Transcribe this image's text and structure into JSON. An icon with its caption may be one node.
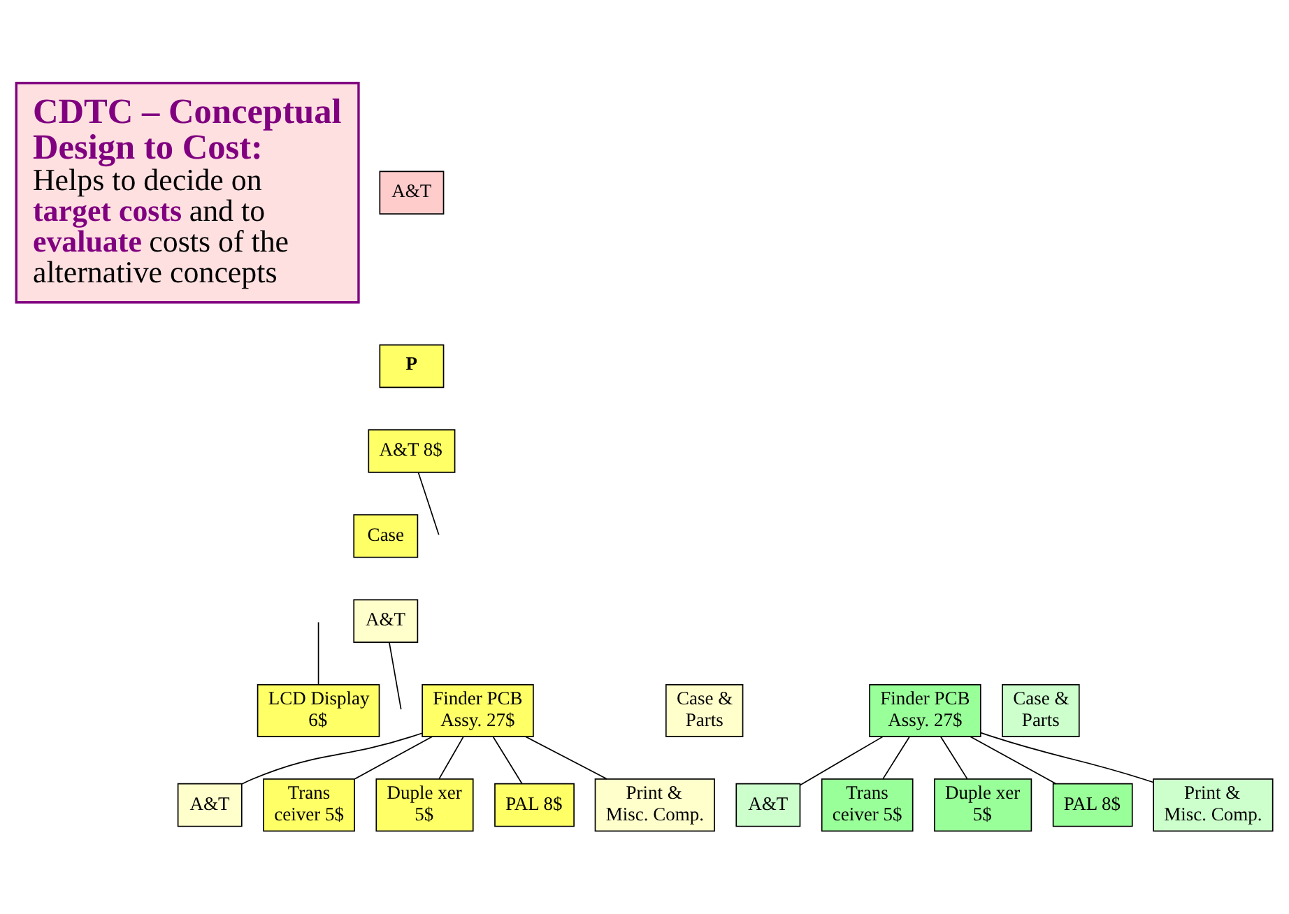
{
  "diagram": {
    "nodes": [
      {
        "text": [
          "CDTC – Conceptual Design to Cost:",
          "Helps to decide on **target costs** and to **evaluate** costs of the alternative concepts"
        ]
      },
      {
        "text": [
          "A&T"
        ]
      },
      {
        "text": [
          "P"
        ]
      },
      {
        "text": [
          "A&T 8$"
        ]
      },
      {
        "text": [
          "Case"
        ]
      },
      {
        "text": [
          "A&T"
        ]
      },
      {
        "text": [
          "LCD Display 6$"
        ]
      },
      {
        "text": [
          "Finder PCB Assy. 27$"
        ]
      },
      {
        "text": [
          "Case & Parts"
        ]
      },
      {
        "text": [
          "A&T"
        ]
      },
      {
        "text": [
          "Trans ceiver 5$"
        ]
      },
      {
        "text": [
          "Duple xer 5$"
        ]
      },
      {
        "text": [
          "PAL 8$"
        ]
      },
      {
        "text": [
          "Print & Misc. Comp."
        ]
      },
      {
        "text": [
          "Finder PCB Assy. 27$"
        ]
      },
      {
        "text": [
          "Case & Parts"
        ]
      },
      {
        "text": [
          "A&T"
        ]
      },
      {
        "text": [
          "Trans ceiver 5$"
        ]
      },
      {
        "text": [
          "Duple xer 5$"
        ]
      },
      {
        "text": [
          "PAL 8$"
        ]
      },
      {
        "text": [
          "Print & Misc. Comp."
        ]
      }
    ],
    "edges": [
      {
        "from": 3,
        "to": null,
        "arrow": "none"
      },
      {
        "from": 5,
        "to": null,
        "arrow": "none"
      },
      {
        "from": null,
        "to": 6,
        "arrow": "none"
      },
      {
        "from": 7,
        "to": 9,
        "arrow": "none"
      },
      {
        "from": 7,
        "to": 10,
        "arrow": "none"
      },
      {
        "from": 7,
        "to": 11,
        "arrow": "none"
      },
      {
        "from": 7,
        "to": 12,
        "arrow": "none"
      },
      {
        "from": 7,
        "to": 13,
        "arrow": "none"
      },
      {
        "from": 14,
        "to": 16,
        "arrow": "none"
      },
      {
        "from": 14,
        "to": 17,
        "arrow": "none"
      },
      {
        "from": 14,
        "to": 18,
        "arrow": "none"
      },
      {
        "from": 14,
        "to": 19,
        "arrow": "none"
      },
      {
        "from": 14,
        "to": 20,
        "arrow": "none"
      }
    ]
  }
}
